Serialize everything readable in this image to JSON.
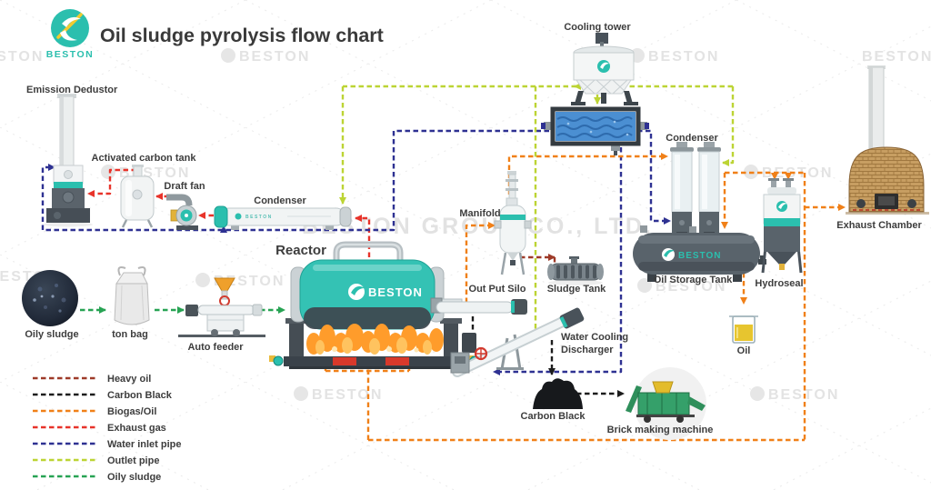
{
  "title": "Oil sludge pyrolysis flow chart",
  "brand": {
    "name": "BESTON"
  },
  "watermark": {
    "small": "BESTON",
    "large": "BESTON GROUP CO., LTD."
  },
  "colors": {
    "teal_accent": "#2BBFAE",
    "label_text": "#3D3D3D",
    "title_text": "#3A3A3A",
    "watermark": "#E3E3E3",
    "flame": "#FF9C2B",
    "water": "#4B8FD2"
  },
  "legend": {
    "items": [
      {
        "label": "Heavy oil",
        "color": "#9E3A28"
      },
      {
        "label": "Carbon Black",
        "color": "#1C1C1C"
      },
      {
        "label": "Biogas/Oil",
        "color": "#F08018"
      },
      {
        "label": "Exhaust gas",
        "color": "#E8332A"
      },
      {
        "label": "Water inlet pipe",
        "color": "#2E3192"
      },
      {
        "label": "Outlet pipe",
        "color": "#BCD434"
      },
      {
        "label": "Oily sludge",
        "color": "#27A353"
      }
    ]
  },
  "labels": {
    "emission_dedustor": "Emission Dedustor",
    "activated_carbon_tank": "Activated carbon tank",
    "draft_fan": "Draft fan",
    "condenser_left": "Condenser",
    "reactor": "Reactor",
    "manifold": "Manifold",
    "out_put_silo": "Out Put Silo",
    "sludge_tank": "Sludge Tank",
    "cooling_tower": "Cooling tower",
    "condenser_right": "Condenser",
    "oil_storage_tank": "Oil Storage Tank",
    "hydroseal": "Hydroseal",
    "oil": "Oil",
    "exhaust_chamber": "Exhaust Chamber",
    "water_cooling_discharger_1": "Water Cooling",
    "water_cooling_discharger_2": "Discharger",
    "carbon_black": "Carbon Black",
    "brick_making_machine": "Brick making machine",
    "oily_sludge": "Oily sludge",
    "ton_bag": "ton bag",
    "auto_feeder": "Auto feeder"
  }
}
